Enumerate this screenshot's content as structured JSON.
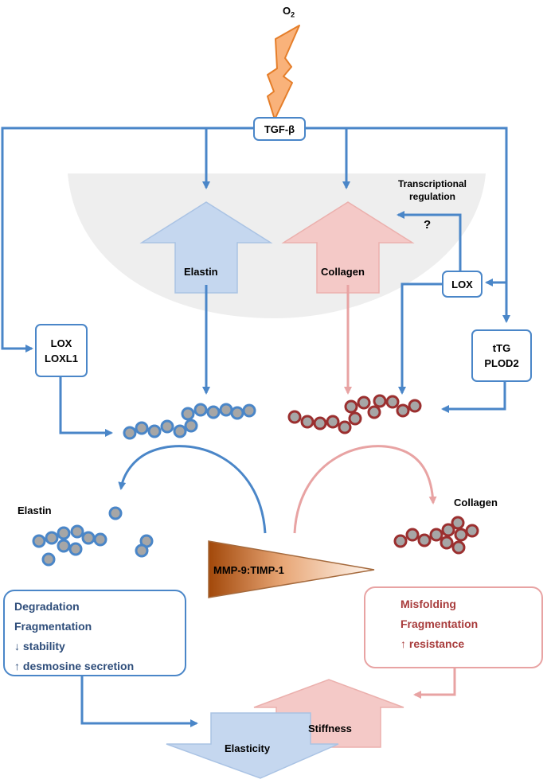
{
  "oxygen_label": {
    "base": "O",
    "sub": "2"
  },
  "tgf_label": "TGF-β",
  "transcriptional_regulation": [
    "Transcriptional",
    "regulation"
  ],
  "question_mark": "?",
  "elastin_arrow_label": "Elastin",
  "collagen_arrow_label": "Collagen",
  "lox_label": "LOX",
  "lox_loxl1_lines": [
    "LOX",
    "LOXL1"
  ],
  "ttg_plod2_lines": [
    "tTG",
    "PLOD2"
  ],
  "elastin_fragments_label": "Elastin",
  "collagen_fragments_label": "Collagen",
  "mmp_label": "MMP-9:TIMP-1",
  "elastin_effects": [
    "Degradation",
    "Fragmentation",
    "↓ stability",
    "↑ desmosine secretion"
  ],
  "collagen_effects": [
    "Misfolding",
    "Fragmentation",
    "↑ resistance"
  ],
  "stiffness_label": "Stiffness",
  "elasticity_label": "Elasticity",
  "colors": {
    "blue": "#4a86c8",
    "light_blue_fill": "#c5d7ef",
    "dark_red": "#9b2f2f",
    "pink_line": "#e8a3a3",
    "light_pink_fill": "#f4c9c7",
    "orange_fill": "#f9b27a",
    "orange_stroke": "#e57e2a",
    "bead_fill": "#a6a6a6",
    "elastin_text": "#2e4d7a",
    "collagen_text": "#a83c3c",
    "grey_region": "#eeeeee"
  }
}
